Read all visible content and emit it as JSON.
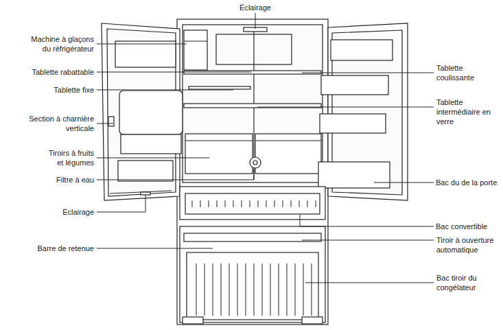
{
  "diagram": {
    "labels": [
      "Éclairage",
      "Machine à glaçons du réfrigérateur",
      "Tablette rabattable",
      "Tablette coulissante",
      "Tablette fixe",
      "Tablette intermédiaire en verre",
      "Section à charnière verticale",
      "Tiroirs à fruits et légumes",
      "Filtre à eau",
      "Bac du de la porte",
      "Éclairage",
      "Bac convertible",
      "Barre de retenue",
      "Tiroir à ouverture automatique",
      "Bac tiroir du congélateur"
    ]
  }
}
